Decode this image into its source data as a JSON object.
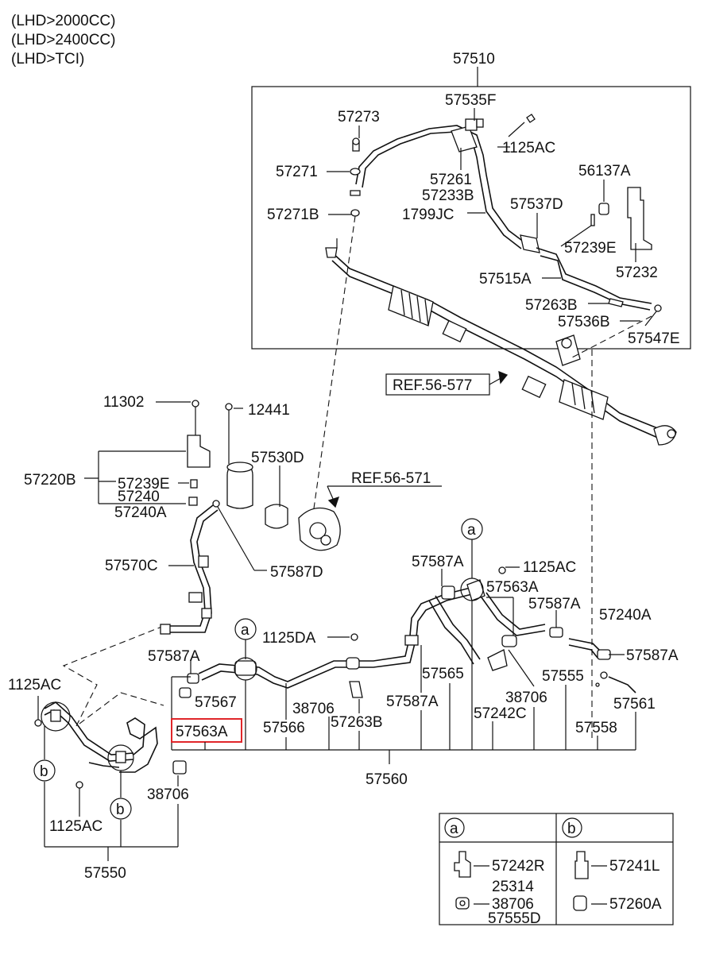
{
  "header": {
    "lines": [
      "(LHD>2000CC)",
      "(LHD>2400CC)",
      "(LHD>TCI)"
    ]
  },
  "labels": {
    "p57510": "57510",
    "p57535F": "57535F",
    "p57273": "57273",
    "p1125AC_top": "1125AC",
    "p57271": "57271",
    "p57261": "57261",
    "p57233B": "57233B",
    "p56137A": "56137A",
    "p57271B": "57271B",
    "p1799JC": "1799JC",
    "p57537D": "57537D",
    "p57239E_top": "57239E",
    "p57232": "57232",
    "p57515A": "57515A",
    "p57263B_top": "57263B",
    "p57536B": "57536B",
    "p57547E": "57547E",
    "ref56577": "REF.56-577",
    "p11302": "11302",
    "p12441": "12441",
    "p57530D": "57530D",
    "p57220B": "57220B",
    "p57239E_mid": "57239E",
    "p57240": "57240",
    "p57240A_mid": "57240A",
    "ref56571": "REF.56-571",
    "p57570C": "57570C",
    "p57587D": "57587D",
    "p57587A_1": "57587A",
    "p1125AC_mid": "1125AC",
    "p57563A_mid": "57563A",
    "p57587A_2": "57587A",
    "p57240A_right": "57240A",
    "p1125DA": "1125DA",
    "p57587A_3": "57587A",
    "p57587A_4": "57587A",
    "p57565": "57565",
    "p57555": "57555",
    "p1125AC_left": "1125AC",
    "p57567": "57567",
    "p38706_a": "38706",
    "p38706_b": "38706",
    "p57587A_5": "57587A",
    "p57242C": "57242C",
    "p57561": "57561",
    "p57563A_box": "57563A",
    "p57566": "57566",
    "p57263B_low": "57263B",
    "p57558": "57558",
    "p57560": "57560",
    "p38706_c": "38706",
    "p1125AC_low": "1125AC",
    "p57550": "57550"
  },
  "callouts": {
    "a": "a",
    "b": "b"
  },
  "legend": {
    "a_key": "a",
    "b_key": "b",
    "a_items": [
      "57242R",
      "25314",
      "38706",
      "57555D"
    ],
    "b_items": [
      "57241L",
      "57260A"
    ]
  },
  "highlight": {
    "part": "57563A",
    "color": "#e0262a"
  }
}
